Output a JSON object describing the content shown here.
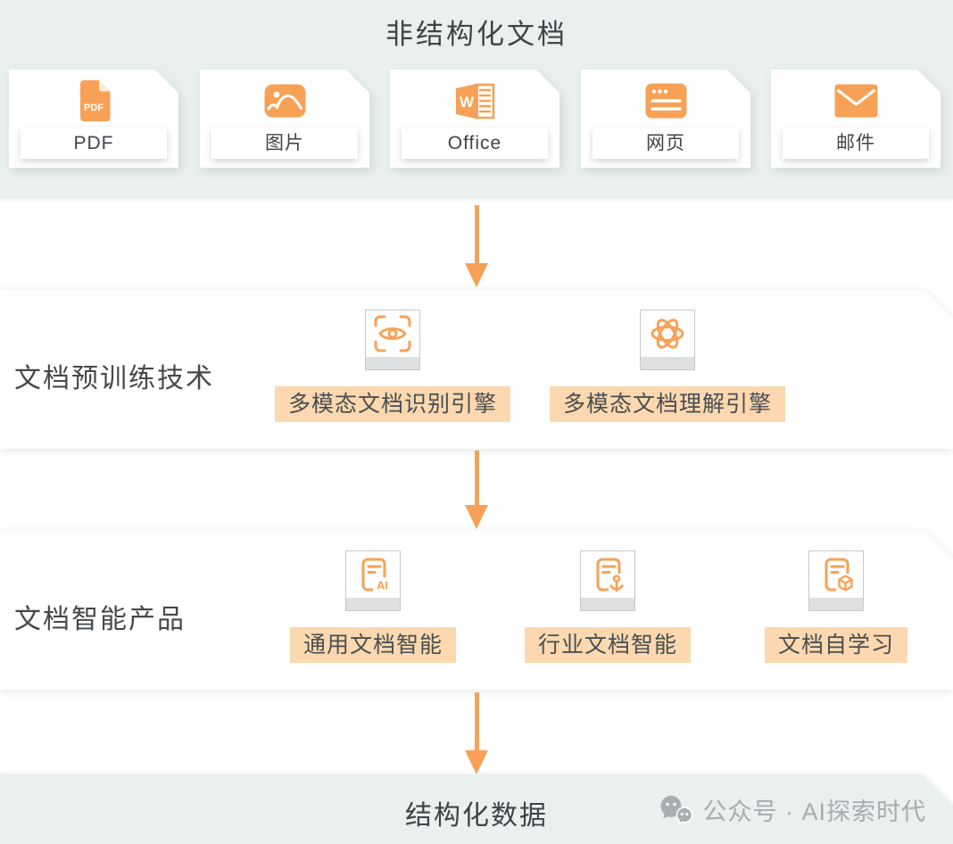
{
  "colors": {
    "accent_orange": "#F7A156",
    "highlight_bg": "#FBD8B0",
    "band_bg": "#E9F0EF",
    "text_dark": "#42464A",
    "watermark_gray": "#A7ACAF"
  },
  "top_band": {
    "title": "非结构化文档",
    "cards": [
      {
        "label": "PDF",
        "icon": "pdf-file-icon",
        "icon_text": "PDF"
      },
      {
        "label": "图片",
        "icon": "image-icon"
      },
      {
        "label": "Office",
        "icon": "word-doc-icon",
        "icon_text": "W"
      },
      {
        "label": "网页",
        "icon": "webpage-icon"
      },
      {
        "label": "邮件",
        "icon": "mail-icon"
      }
    ]
  },
  "pretrain_section": {
    "label": "文档预训练技术",
    "items": [
      {
        "label": "多模态文档识别引擎",
        "icon": "scan-eye-icon"
      },
      {
        "label": "多模态文档理解引擎",
        "icon": "atom-icon"
      }
    ]
  },
  "product_section": {
    "label": "文档智能产品",
    "items": [
      {
        "label": "通用文档智能",
        "icon": "doc-ai-icon",
        "icon_text": "AI"
      },
      {
        "label": "行业文档智能",
        "icon": "doc-anchor-icon"
      },
      {
        "label": "文档自学习",
        "icon": "doc-cube-icon"
      }
    ]
  },
  "bottom_band": {
    "title": "结构化数据",
    "watermark": {
      "icon": "wechat-icon",
      "text": "公众号 · AI探索时代"
    }
  }
}
